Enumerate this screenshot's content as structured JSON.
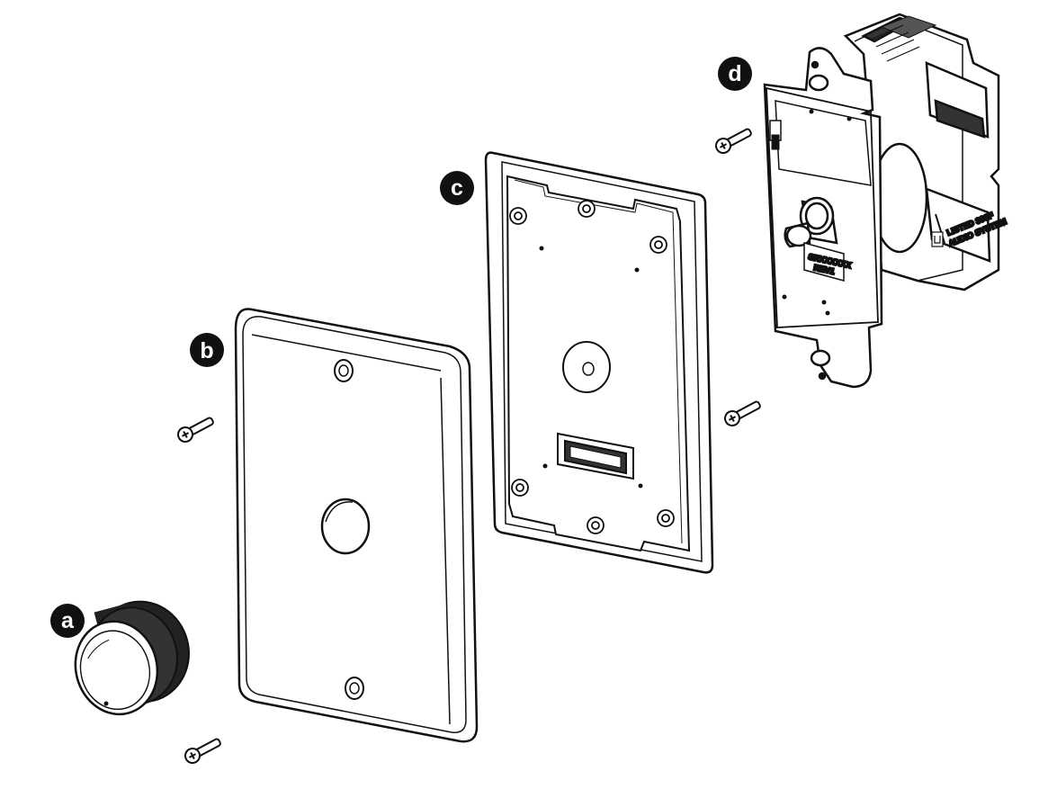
{
  "callouts": {
    "a": "a",
    "b": "b",
    "c": "c",
    "d": "d"
  },
  "dimmer_labels": {
    "serial": "SRXXXXXX",
    "rev": "REV1",
    "listed_1": "LISTED 393F",
    "listed_2": "AUDIO SYSTEM"
  },
  "colors": {
    "line": "#111111",
    "fill": "#ffffff",
    "badge": "#111111"
  }
}
